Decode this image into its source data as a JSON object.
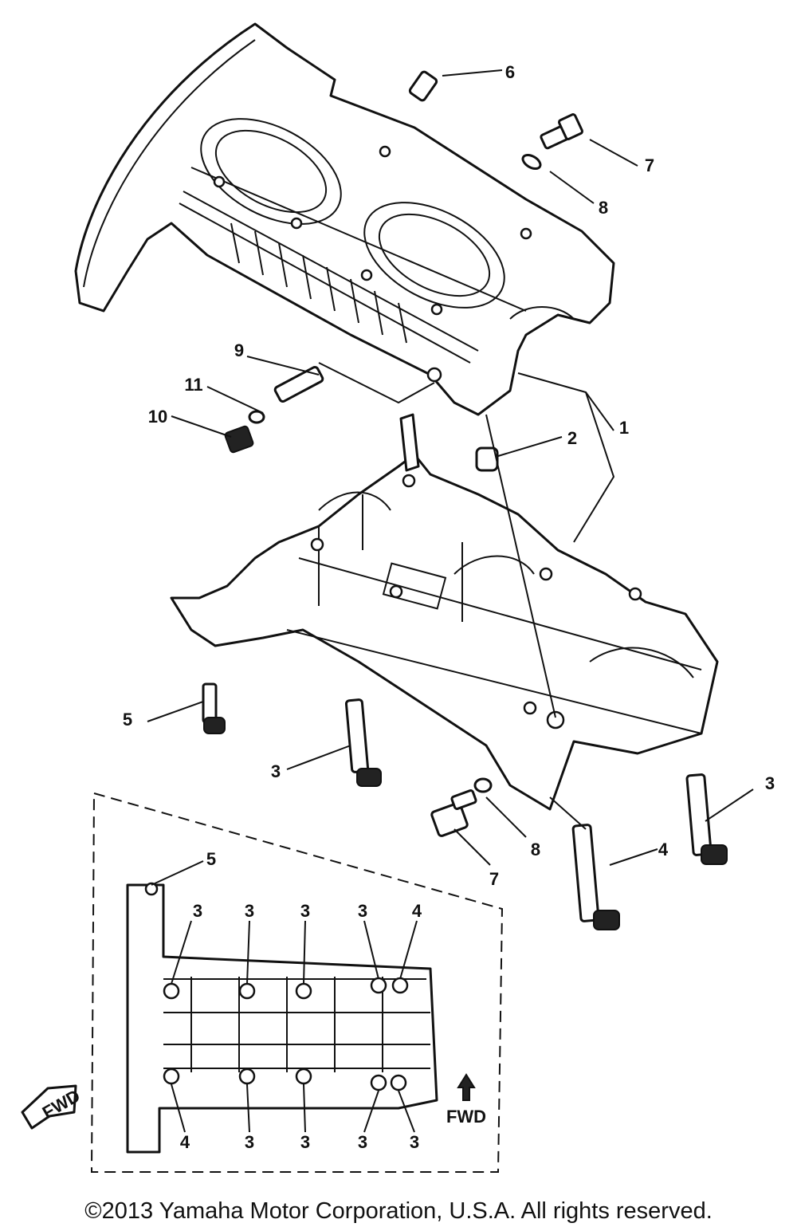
{
  "callouts": {
    "upper": [
      {
        "label": "6"
      },
      {
        "label": "7"
      },
      {
        "label": "8"
      },
      {
        "label": "9"
      },
      {
        "label": "11"
      },
      {
        "label": "10"
      },
      {
        "label": "2"
      },
      {
        "label": "1"
      }
    ],
    "lower": [
      {
        "label": "5"
      },
      {
        "label": "3"
      },
      {
        "label": "3"
      },
      {
        "label": "8"
      },
      {
        "label": "7"
      },
      {
        "label": "4"
      }
    ],
    "inset": [
      {
        "label": "5"
      },
      {
        "label": "3"
      },
      {
        "label": "3"
      },
      {
        "label": "3"
      },
      {
        "label": "3"
      },
      {
        "label": "4"
      },
      {
        "label": "4"
      },
      {
        "label": "3"
      },
      {
        "label": "3"
      },
      {
        "label": "3"
      },
      {
        "label": "3"
      }
    ]
  },
  "fwd_label": "FWD",
  "fwd_stamp": "FWD",
  "copyright": "©2013 Yamaha Motor Corporation, U.S.A. All rights reserved."
}
